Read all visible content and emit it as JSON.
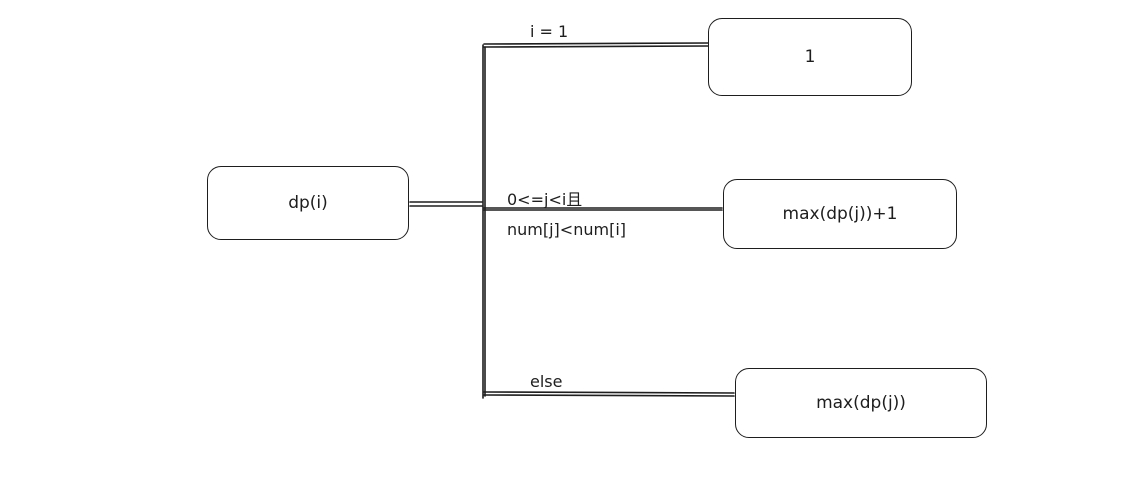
{
  "diagram": {
    "root": {
      "label": "dp(i)"
    },
    "branches": [
      {
        "condition": "i = 1",
        "result": "1"
      },
      {
        "condition_line1": "0<=j<i且",
        "condition_line2": "num[j]<num[i]",
        "result": "max(dp(j))+1"
      },
      {
        "condition": "else",
        "result": "max(dp(j))"
      }
    ]
  }
}
